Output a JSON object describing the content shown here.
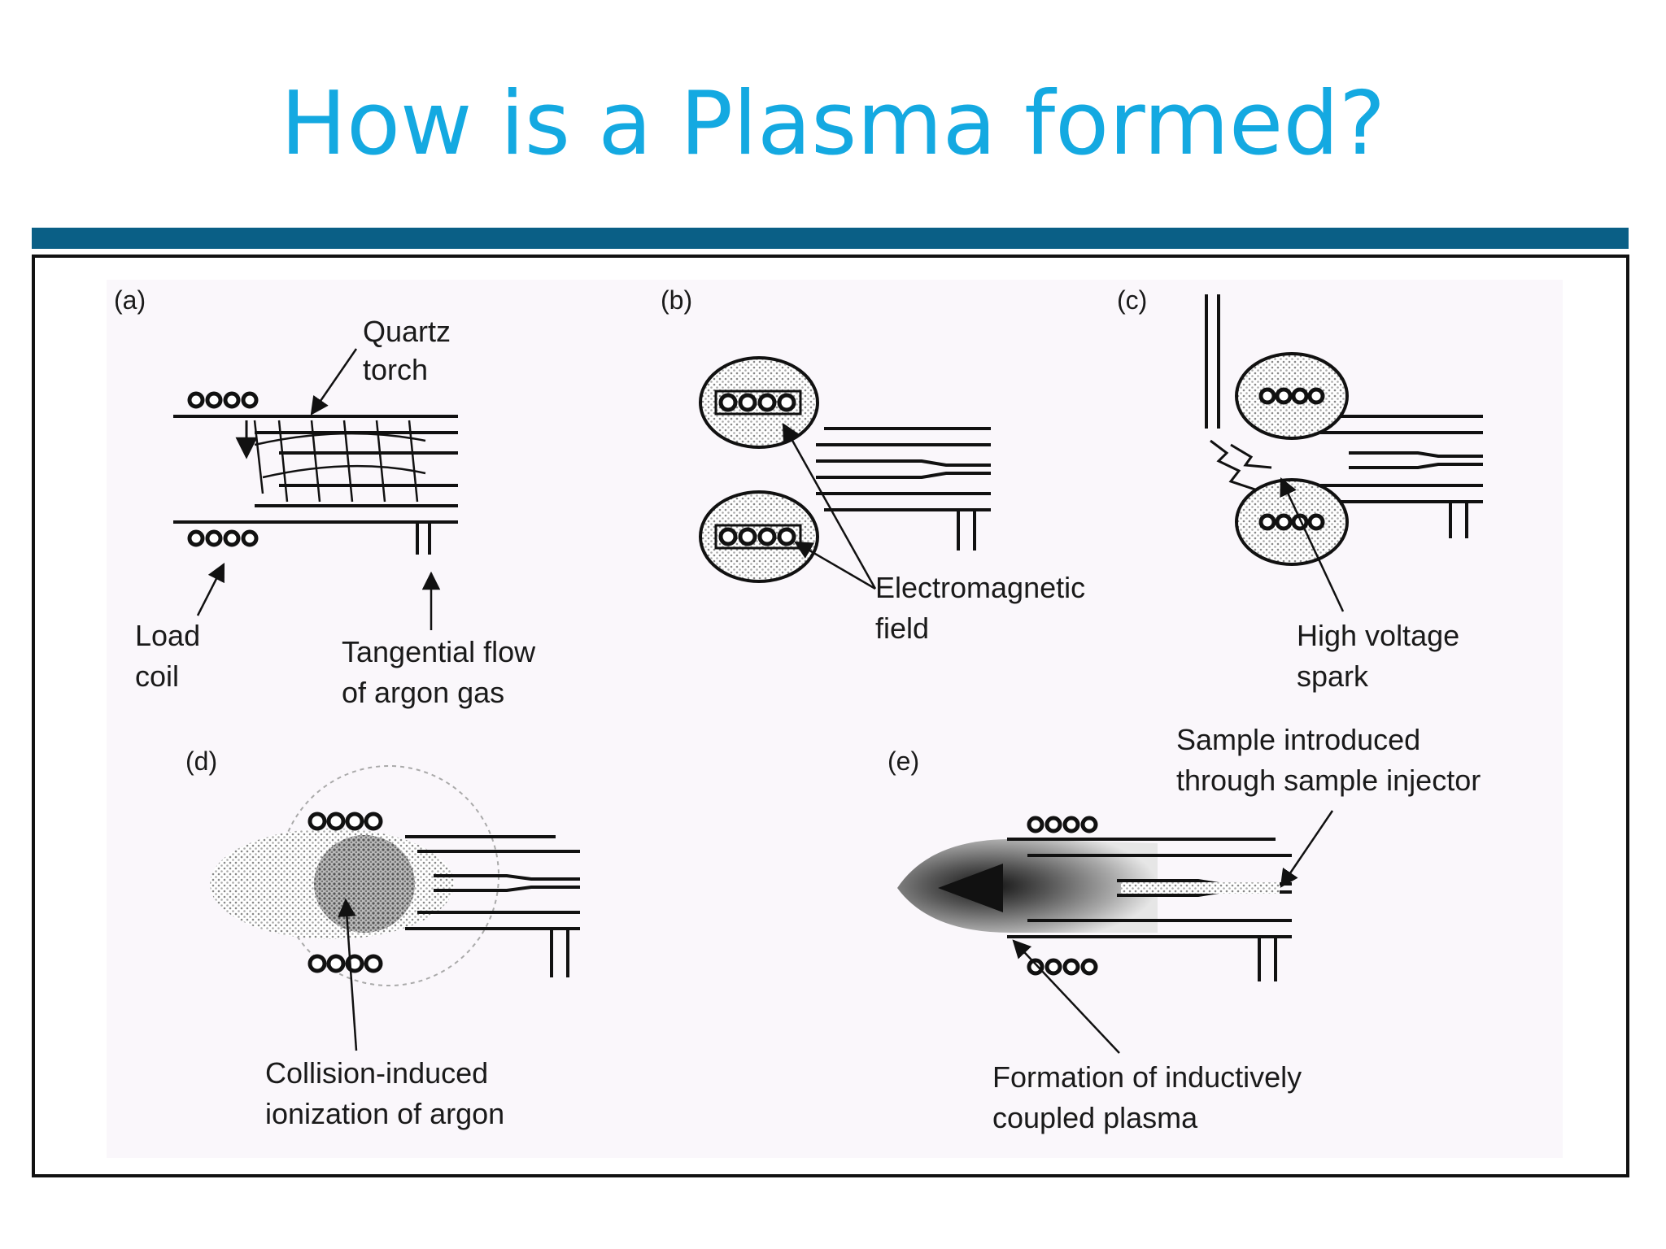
{
  "slide": {
    "title": "How is a Plasma formed?"
  },
  "colors": {
    "title": "#14a9e1",
    "rule": "#0a5f86",
    "frame": "#111111"
  },
  "panels": {
    "a": {
      "tag": "(a)",
      "quartz": [
        "Quartz",
        "torch"
      ],
      "coil": [
        "Load",
        "coil"
      ],
      "flow": [
        "Tangential flow",
        "of argon gas"
      ]
    },
    "b": {
      "tag": "(b)",
      "field": [
        "Electromagnetic",
        "field"
      ]
    },
    "c": {
      "tag": "(c)",
      "spark": [
        "High voltage",
        "spark"
      ]
    },
    "d": {
      "tag": "(d)",
      "ion": [
        "Collision-induced",
        "ionization of argon"
      ]
    },
    "e": {
      "tag": "(e)",
      "sample": [
        "Sample introduced",
        "through sample injector"
      ],
      "icp": [
        "Formation of inductively",
        "coupled plasma"
      ]
    }
  }
}
